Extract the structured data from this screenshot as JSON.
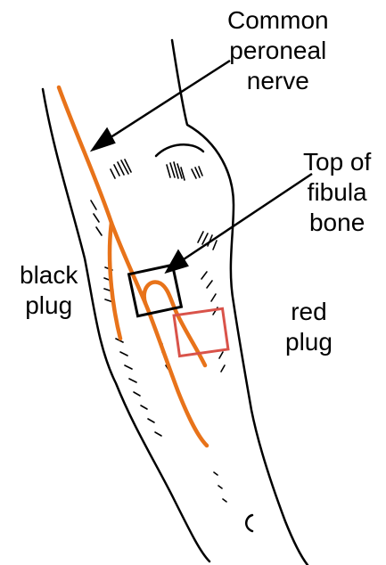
{
  "labels": {
    "nerve": [
      "Common",
      "peroneal",
      "nerve"
    ],
    "fibula": [
      "Top of",
      "fibula",
      "bone"
    ],
    "black_plug": [
      "black",
      "plug"
    ],
    "red_plug": [
      "red",
      "plug"
    ]
  },
  "colors": {
    "nerve": "#e8731a",
    "black_plug": "#000000",
    "red_plug": "#d9534a",
    "outline": "#000000"
  }
}
